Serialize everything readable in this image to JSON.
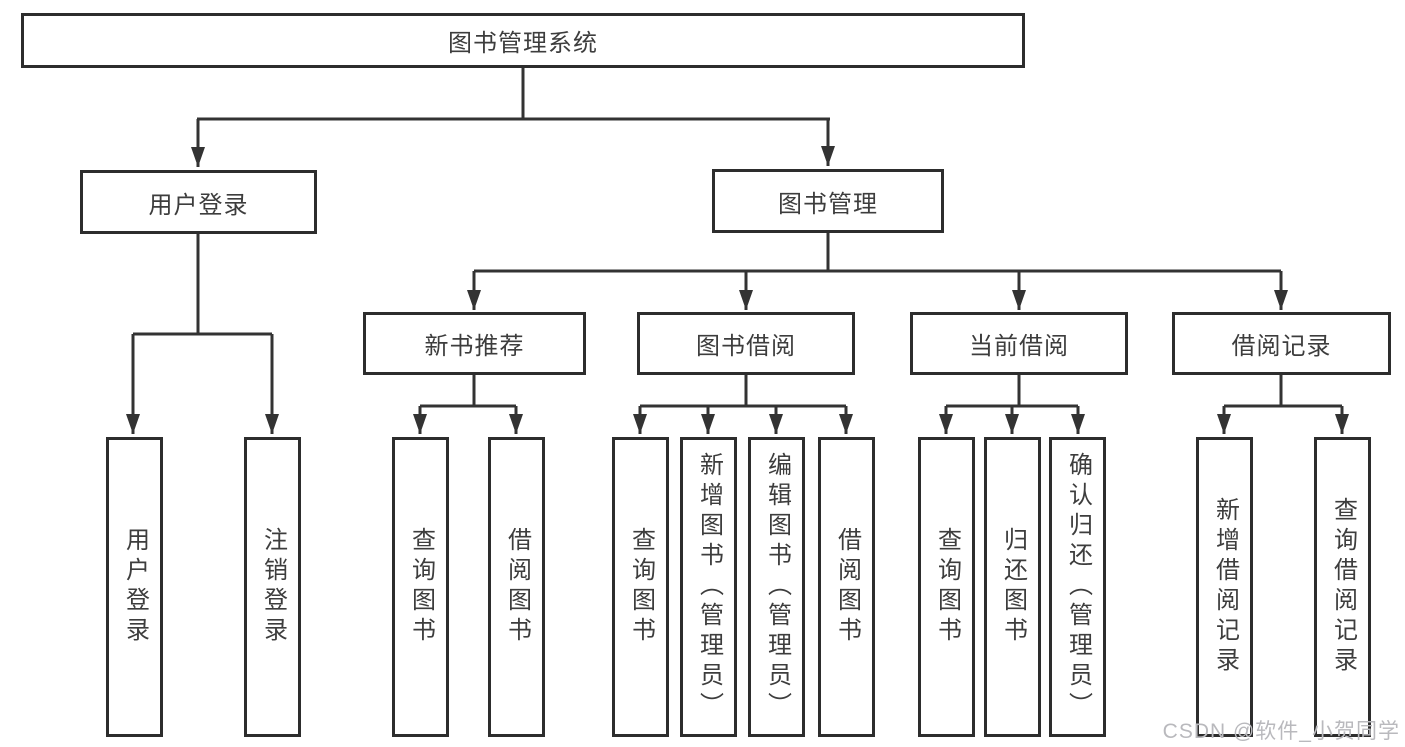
{
  "diagram": {
    "title": "图书管理系统",
    "watermark": "CSDN @软件_小贺同学",
    "colors": {
      "line": "#333333",
      "box_border": "#2d2d2d",
      "text": "#3d3d3d",
      "background": "#ffffff",
      "watermark": "#b9b9bd"
    },
    "nodes": {
      "root": {
        "label": "图书管理系统"
      },
      "level2": [
        {
          "label": "用户登录"
        },
        {
          "label": "图书管理"
        }
      ],
      "level3": [
        {
          "label": "新书推荐",
          "parent": "图书管理"
        },
        {
          "label": "图书借阅",
          "parent": "图书管理"
        },
        {
          "label": "当前借阅",
          "parent": "图书管理"
        },
        {
          "label": "借阅记录",
          "parent": "图书管理"
        }
      ],
      "leaves": [
        {
          "label": "用户登录",
          "parent": "用户登录"
        },
        {
          "label": "注销登录",
          "parent": "用户登录"
        },
        {
          "label": "查询图书",
          "parent": "新书推荐"
        },
        {
          "label": "借阅图书",
          "parent": "新书推荐"
        },
        {
          "label": "查询图书",
          "parent": "图书借阅"
        },
        {
          "label": "新增图书（管理员）",
          "parent": "图书借阅"
        },
        {
          "label": "编辑图书（管理员）",
          "parent": "图书借阅"
        },
        {
          "label": "借阅图书",
          "parent": "图书借阅"
        },
        {
          "label": "查询图书",
          "parent": "当前借阅"
        },
        {
          "label": "归还图书",
          "parent": "当前借阅"
        },
        {
          "label": "确认归还（管理员）",
          "parent": "当前借阅"
        },
        {
          "label": "新增借阅记录",
          "parent": "借阅记录"
        },
        {
          "label": "查询借阅记录",
          "parent": "借阅记录"
        }
      ]
    }
  }
}
